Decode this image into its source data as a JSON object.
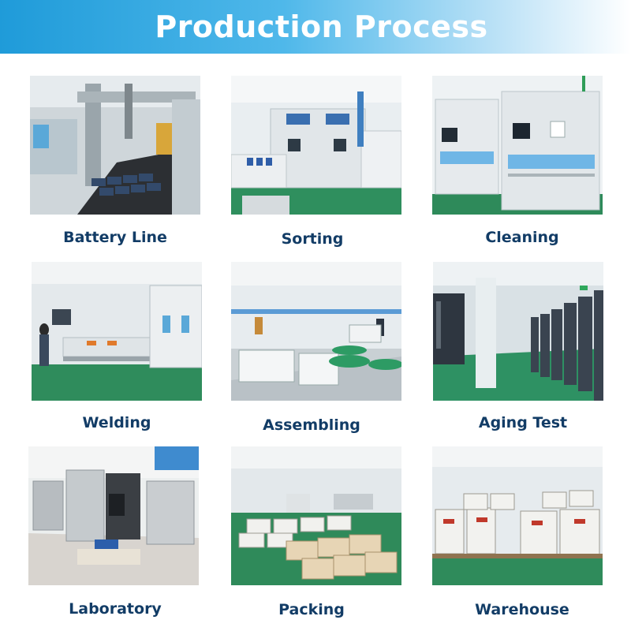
{
  "header": {
    "title": "Production Process"
  },
  "items": [
    {
      "label": "Battery Line"
    },
    {
      "label": "Sorting"
    },
    {
      "label": "Cleaning"
    },
    {
      "label": "Welding"
    },
    {
      "label": "Assembling"
    },
    {
      "label": "Aging Test"
    },
    {
      "label": "Laboratory"
    },
    {
      "label": "Packing"
    },
    {
      "label": "Warehouse"
    }
  ],
  "colors": {
    "banner_start": "#1f9bd9",
    "caption_text": "#123c66",
    "floor_green": "#2e8b57",
    "machine_white": "#e8ecee"
  }
}
